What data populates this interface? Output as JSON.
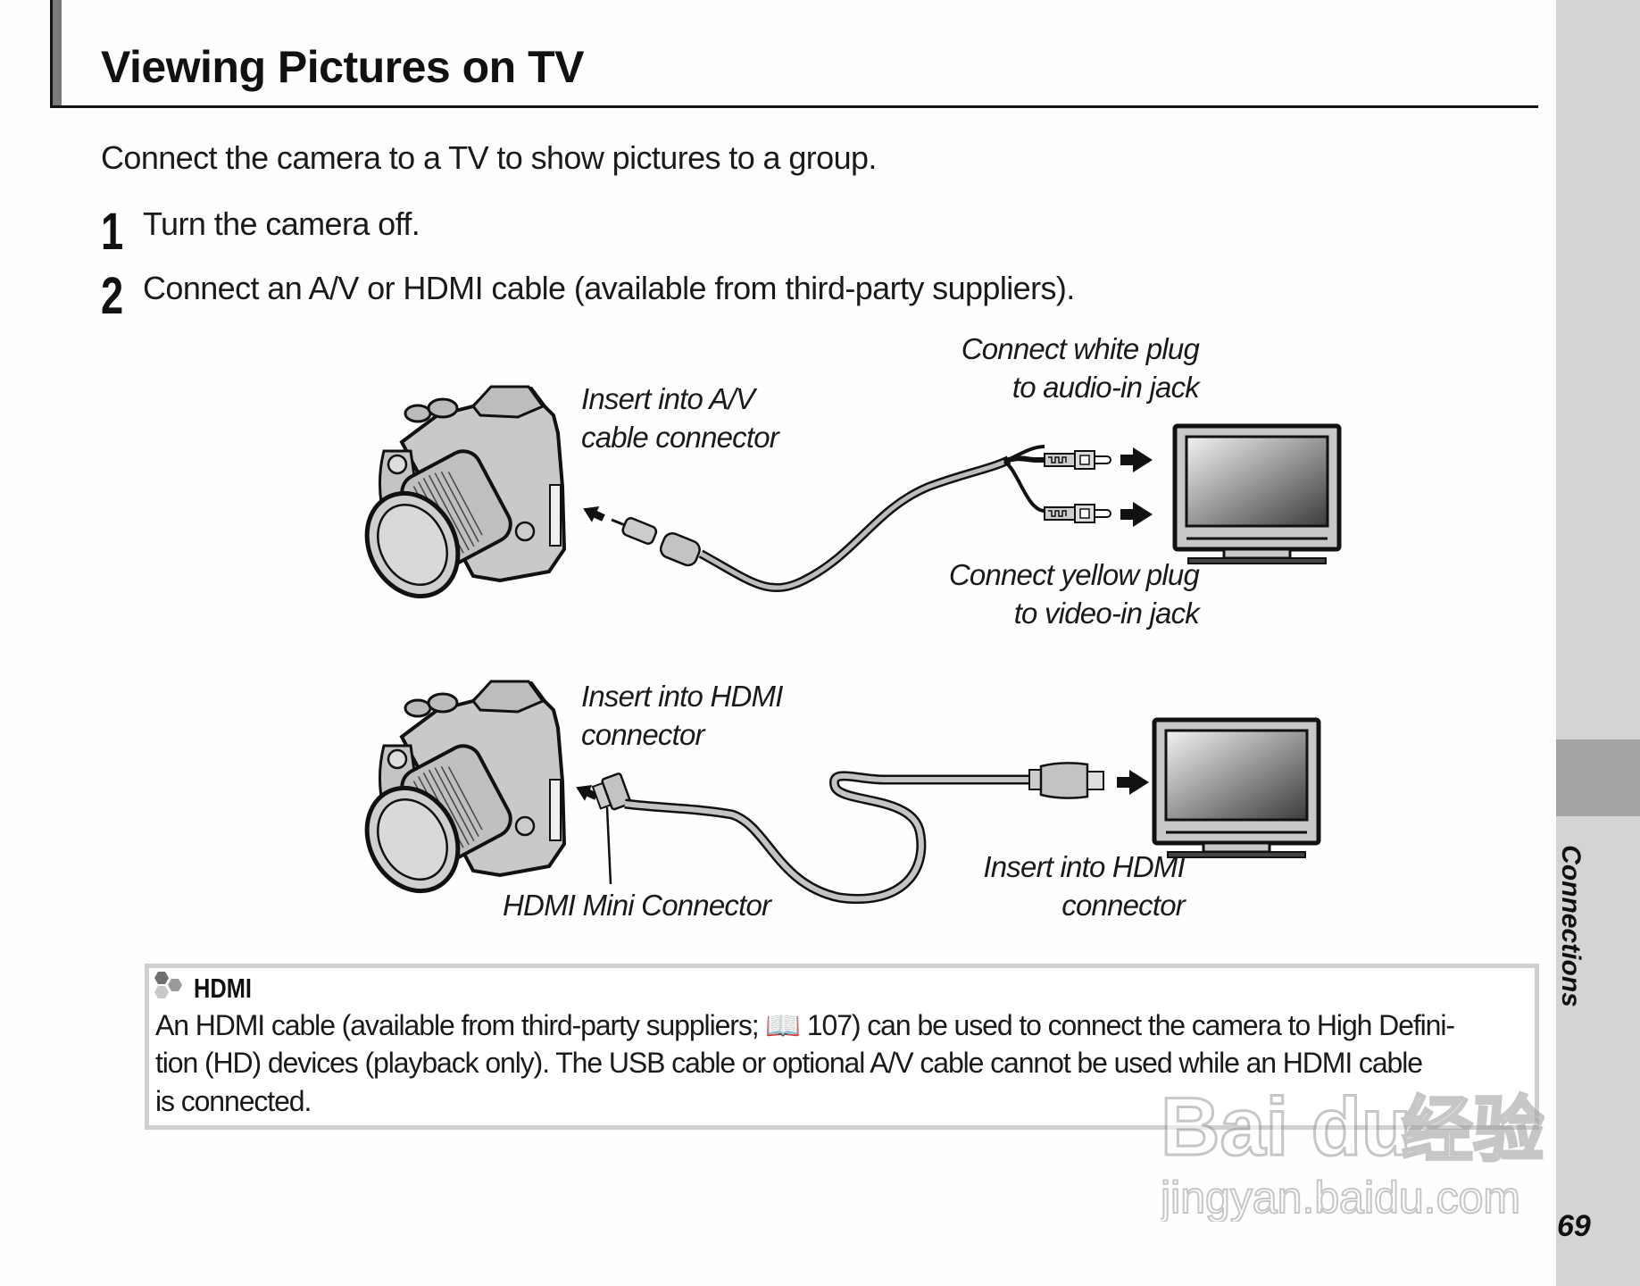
{
  "header": {
    "title": "Viewing Pictures on TV"
  },
  "intro": "Connect the camera to a TV to show pictures to a group.",
  "steps": [
    {
      "number": "1",
      "text": "Turn the camera off."
    },
    {
      "number": "2",
      "text": "Connect an A/V or HDMI cable (available from third-party suppliers)."
    }
  ],
  "diagram_av": {
    "camera_label_line1": "Insert into A/V",
    "camera_label_line2": "cable connector",
    "white_plug_line1": "Connect white plug",
    "white_plug_line2": "to audio-in jack",
    "yellow_plug_line1": "Connect yellow plug",
    "yellow_plug_line2": "to video-in jack"
  },
  "diagram_hdmi": {
    "camera_label_line1": "Insert into HDMI",
    "camera_label_line2": "connector",
    "mini_connector_label": "HDMI Mini Connector",
    "tv_label_line1": "Insert into HDMI",
    "tv_label_line2": "connector"
  },
  "note": {
    "icon": "hexagon-cluster-icon",
    "title": "HDMI",
    "lines": [
      "An HDMI cable (available from third-party suppliers; 📖 107) can be used to connect the camera to High Defini-",
      "tion (HD) devices (playback only).  The USB cable or optional A/V cable cannot be used while an HDMI cable",
      "is connected."
    ],
    "page_ref_icon": "book-icon",
    "page_ref": "107"
  },
  "side_tab": {
    "section": "Connections",
    "page_number": "69"
  },
  "watermark": {
    "brand": "Bai du",
    "brand_cn": "经验",
    "url": "jingyan.baidu.com"
  },
  "colors": {
    "side_band": "#d4d4d4",
    "side_tab_active": "#a5a5a5",
    "header_bar": "#7a7a7a",
    "note_border": "#cfcfcf"
  }
}
